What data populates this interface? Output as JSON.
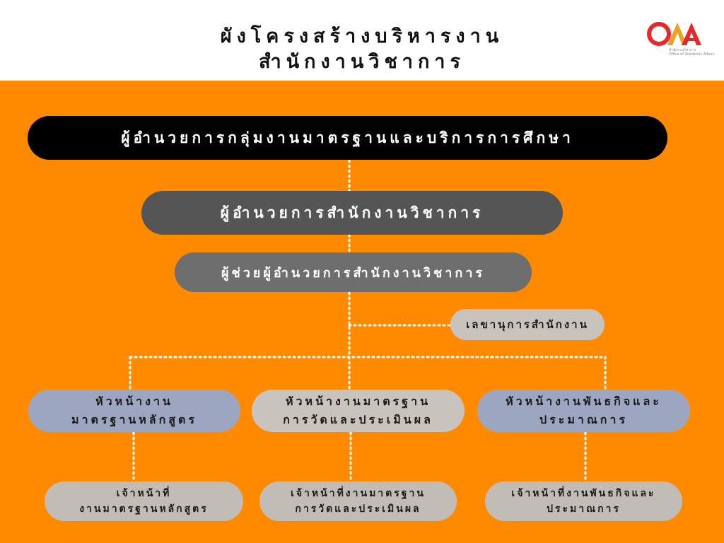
{
  "header": {
    "title_line1": "ผังโครงสร้างบริหารงาน",
    "title_line2": "สำนักงานวิชาการ",
    "logo_text": "OAA",
    "logo_sub1": "สำนักงานวิชาการ",
    "logo_sub2": "Office of Academic Affairs"
  },
  "colors": {
    "background": "#ff8a00",
    "top_box": "#000000",
    "director_box": "#555555",
    "assistant_box": "#6e6e6e",
    "secretary_box": "#c9c3bd",
    "head_box": "#9da6c1",
    "staff_box": "#c1bcb5"
  },
  "nodes": {
    "group_director": "ผู้อำนวยการกลุ่มงานมาตรฐานและบริการการศึกษา",
    "office_director": "ผู้อำนวยการสำนักงานวิชาการ",
    "assistant_director": "ผู้ช่วยผู้อำนวยการสำนักงานวิชาการ",
    "secretary": "เลขานุการสำนักงาน",
    "heads": [
      {
        "line1": "หัวหน้างาน",
        "line2": "มาตรฐานหลักสูตร"
      },
      {
        "line1": "หัวหน้างานมาตรฐาน",
        "line2": "การวัดและประเมินผล"
      },
      {
        "line1": "หัวหน้างานพันธกิจและ",
        "line2": "ประมาณการ"
      }
    ],
    "staff": [
      {
        "line1": "เจ้าหน้าที่",
        "line2": "งานมาตรฐานหลักสูตร"
      },
      {
        "line1": "เจ้าหน้าที่งานมาตรฐาน",
        "line2": "การวัดและประเมินผล"
      },
      {
        "line1": "เจ้าหน้าที่งานพันธกิจและ",
        "line2": "ประมาณการ"
      }
    ]
  }
}
